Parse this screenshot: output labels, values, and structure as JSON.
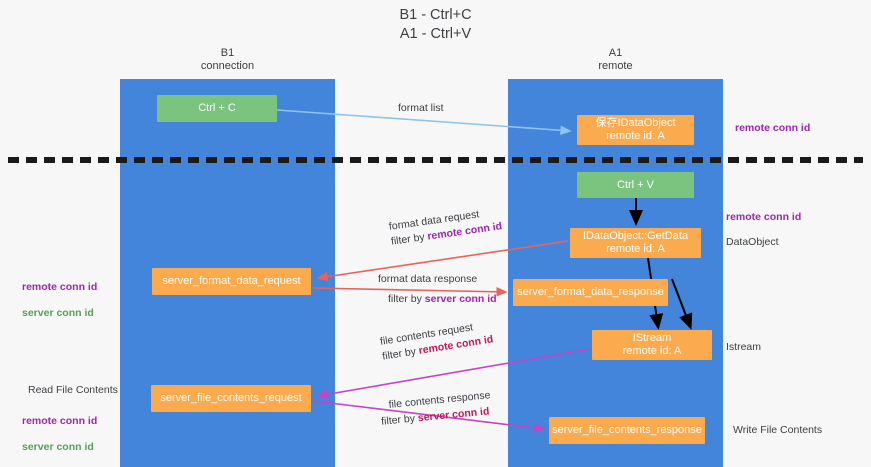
{
  "title": "B1 - Ctrl+C\nA1 - Ctrl+V",
  "lanes": [
    {
      "name": "b1",
      "heading": "B1\nconnection"
    },
    {
      "name": "a1",
      "heading": "A1\nremote"
    }
  ],
  "nodes": {
    "ctrl_c": "Ctrl + C",
    "idataobject": "保存IDataObject\nremote id: A",
    "ctrl_v": "Ctrl + V",
    "getdata": "IDataObject::GetData\nremote id: A",
    "server_format_data_request": "server_format_data_request",
    "server_format_data_response": "server_format_data_response",
    "istream": "IStream\nremote id: A",
    "server_file_contents_request": "server_file_contents_request",
    "server_file_contents_response": "server_file_contents_response"
  },
  "edge_labels": {
    "format_list": "format list",
    "format_data_request": "format data request",
    "format_data_request_filter_prefix": "filter by ",
    "format_data_request_filter_key": "remote conn id",
    "format_data_response": "format data response",
    "format_data_response_filter_prefix": "filter by ",
    "format_data_response_filter_key": "server conn id",
    "file_contents_request": "file contents request",
    "file_contents_request_filter_prefix": "filter by ",
    "file_contents_request_filter_key": "remote conn id",
    "file_contents_response": "file contents response",
    "file_contents_response_filter_prefix": "filter by ",
    "file_contents_response_filter_key": "server conn id"
  },
  "annotations": {
    "remote_conn_id_top": "remote conn id",
    "remote_conn_id_mid": "remote conn id",
    "dataobject": "DataObject",
    "istream": "Istream",
    "write_file_contents": "Write File Contents",
    "read_file_contents": "Read File Contents",
    "left_remote_conn_id": "remote conn id",
    "left_server_conn_id": "server conn id",
    "left_remote_conn_id_2": "remote conn id",
    "left_server_conn_id_2": "server conn id"
  },
  "colors": {
    "lane": "#4285db",
    "green_node": "#7ac47f",
    "orange_node": "#fbab4e",
    "purple_text": "#9c27b0",
    "green_text": "#57a05a",
    "red_arrow": "#e8645a",
    "magenta_arrow": "#c543c5",
    "blue_arrow": "#a8d3f0",
    "black_arrow": "#000000",
    "background": "#f7f7f7"
  }
}
